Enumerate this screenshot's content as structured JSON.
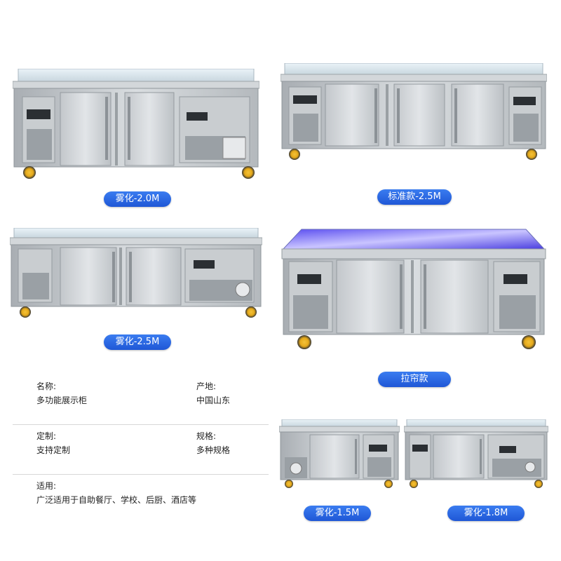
{
  "colors": {
    "label_bg": "#2563e0",
    "label_text": "#ffffff",
    "divider": "#d7d7d7"
  },
  "products": [
    {
      "id": "p1",
      "label": "雾化-2.0M"
    },
    {
      "id": "p2",
      "label": "标准款-2.5M"
    },
    {
      "id": "p3",
      "label": "雾化-2.5M"
    },
    {
      "id": "p4",
      "label": "拉帘款"
    },
    {
      "id": "p5",
      "label": "雾化-1.5M"
    },
    {
      "id": "p6",
      "label": "雾化-1.8M"
    }
  ],
  "specs": [
    {
      "key": "名称:",
      "value": "多功能展示柜"
    },
    {
      "key": "产地:",
      "value": "中国山东"
    },
    {
      "key": "定制:",
      "value": "支持定制"
    },
    {
      "key": "规格:",
      "value": "多种规格"
    },
    {
      "key": "适用:",
      "value": "广泛适用于自助餐厅、学校、后厨、酒店等"
    }
  ]
}
